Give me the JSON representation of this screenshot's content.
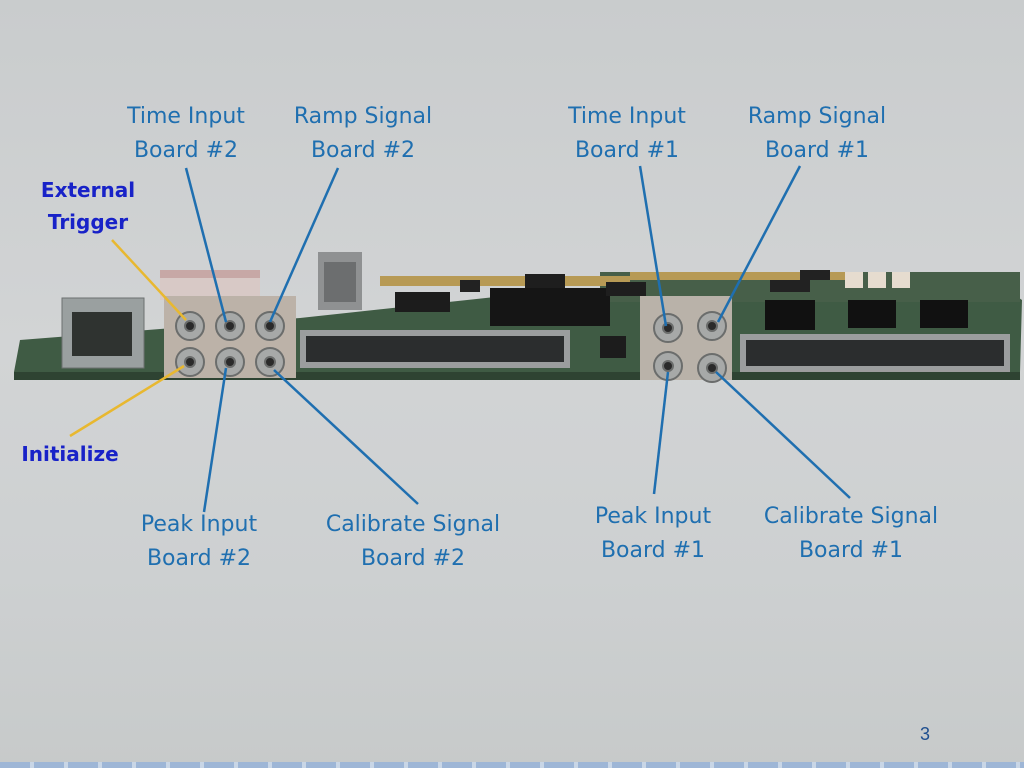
{
  "slide": {
    "page_number": "3"
  },
  "labels": {
    "time_input_2": [
      "Time Input",
      "Board #2"
    ],
    "ramp_signal_2": [
      "Ramp Signal",
      "Board #2"
    ],
    "time_input_1": [
      "Time Input",
      "Board #1"
    ],
    "ramp_signal_1": [
      "Ramp Signal",
      "Board #1"
    ],
    "external_trigger": [
      "External",
      "Trigger"
    ],
    "initialize": [
      "Initialize"
    ],
    "peak_input_2": [
      "Peak Input",
      "Board #2"
    ],
    "calibrate_signal_2": [
      "Calibrate Signal",
      "Board #2"
    ],
    "peak_input_1": [
      "Peak Input",
      "Board #1"
    ],
    "calibrate_signal_1": [
      "Calibrate Signal",
      "Board #1"
    ]
  },
  "colors": {
    "label_blue": "#1f6fb0",
    "label_dark_blue": "#1822c8",
    "pointer_blue": "#1f6fb0",
    "pointer_yellow": "#e8b830",
    "pcb_green": "#3f5b44"
  }
}
